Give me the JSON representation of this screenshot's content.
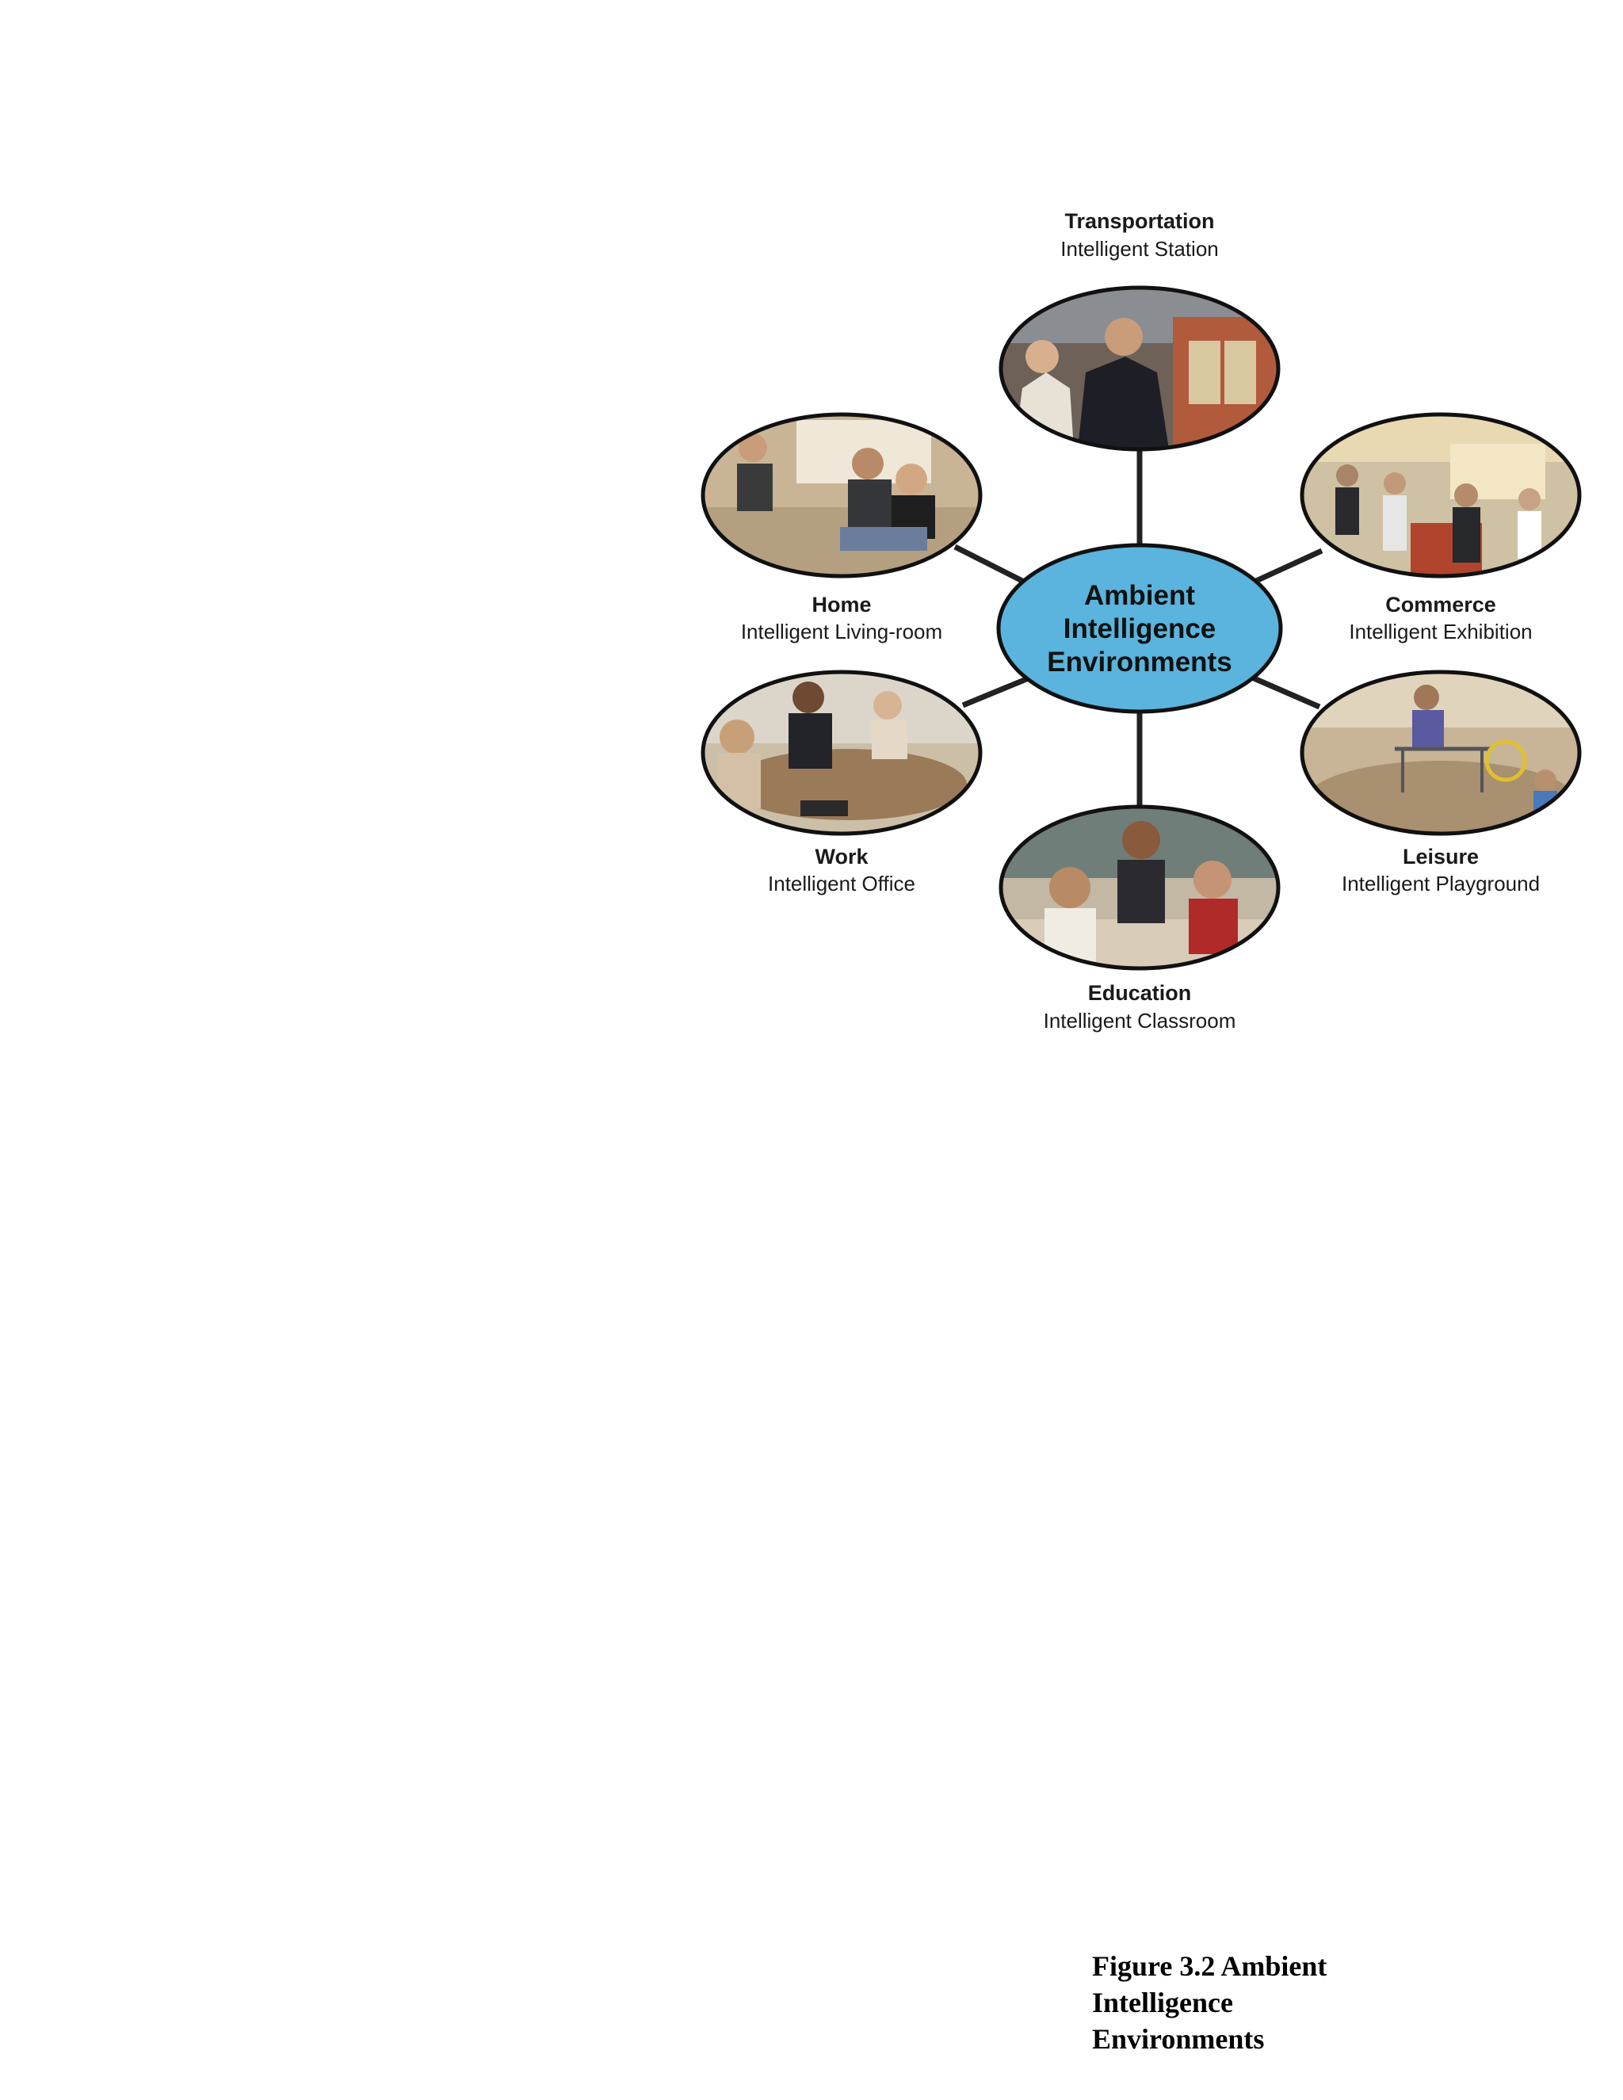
{
  "center": {
    "lines": [
      "Ambient",
      "Intelligence",
      "Environments"
    ],
    "color": "#5ab4dd"
  },
  "nodes": [
    {
      "id": "transportation",
      "title": "Transportation",
      "subtitle": "Intelligent Station"
    },
    {
      "id": "home",
      "title": "Home",
      "subtitle": "Intelligent Living-room"
    },
    {
      "id": "commerce",
      "title": "Commerce",
      "subtitle": "Intelligent Exhibition"
    },
    {
      "id": "work",
      "title": "Work",
      "subtitle": "Intelligent Office"
    },
    {
      "id": "leisure",
      "title": "Leisure",
      "subtitle": "Intelligent Playground"
    },
    {
      "id": "education",
      "title": "Education",
      "subtitle": "Intelligent Classroom"
    }
  ],
  "caption": "Figure 3.2 Ambient Intelligence Environments",
  "photo_icons": {
    "transportation": "train-station-photo",
    "home": "living-room-photo",
    "commerce": "exhibition-photo",
    "work": "office-meeting-photo",
    "leisure": "playground-photo",
    "education": "classroom-photo"
  }
}
